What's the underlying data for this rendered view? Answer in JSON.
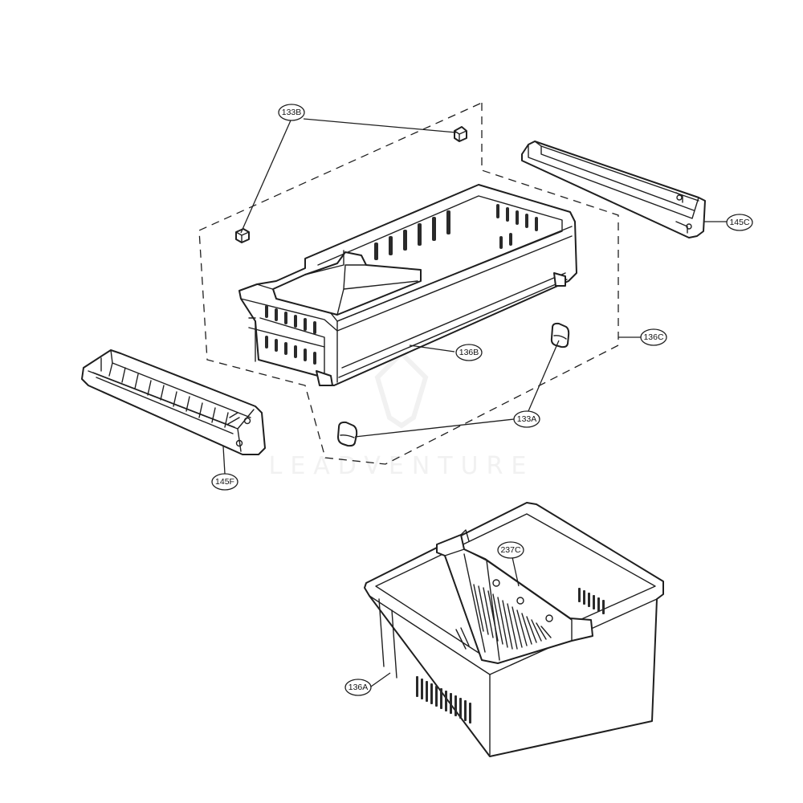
{
  "diagram": {
    "watermark": "LEADVENTURE",
    "callouts": {
      "p133b": "133B",
      "p145c": "145C",
      "p136c": "136C",
      "p136b": "136B",
      "p133a": "133A",
      "p145f": "145F",
      "p237c": "237C",
      "p136a": "136A"
    }
  }
}
